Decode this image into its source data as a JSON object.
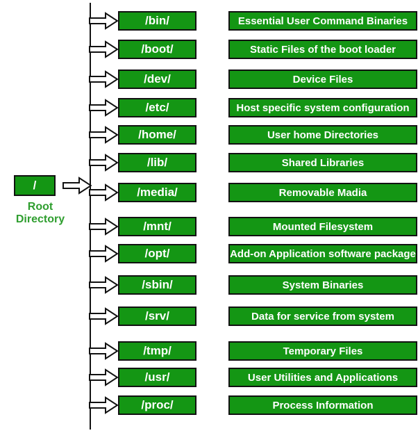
{
  "diagram": {
    "title_implicit": "Linux Filesystem Hierarchy",
    "root": {
      "label": "/",
      "caption": "Root Directory"
    },
    "rows": [
      {
        "dir": "/bin/",
        "desc": "Essential User Command Binaries"
      },
      {
        "dir": "/boot/",
        "desc": "Static Files of the boot loader"
      },
      {
        "dir": "/dev/",
        "desc": "Device Files"
      },
      {
        "dir": "/etc/",
        "desc": "Host specific system configuration"
      },
      {
        "dir": "/home/",
        "desc": "User home Directories"
      },
      {
        "dir": "/lib/",
        "desc": "Shared Libraries"
      },
      {
        "dir": "/media/",
        "desc": "Removable Madia"
      },
      {
        "dir": "/mnt/",
        "desc": "Mounted Filesystem"
      },
      {
        "dir": "/opt/",
        "desc": "Add-on Application software package"
      },
      {
        "dir": "/sbin/",
        "desc": "System Binaries"
      },
      {
        "dir": "/srv/",
        "desc": "Data for service from system"
      },
      {
        "dir": "/tmp/",
        "desc": "Temporary Files"
      },
      {
        "dir": "/usr/",
        "desc": "User Utilities and Applications"
      },
      {
        "dir": "/proc/",
        "desc": "Process Information"
      }
    ],
    "icons": {
      "arrow": "right-block-arrow"
    },
    "colors": {
      "box_green": "#149614",
      "caption_green": "#2f9e2f",
      "border_black": "#111111",
      "box_text_white": "#ffffff"
    }
  }
}
